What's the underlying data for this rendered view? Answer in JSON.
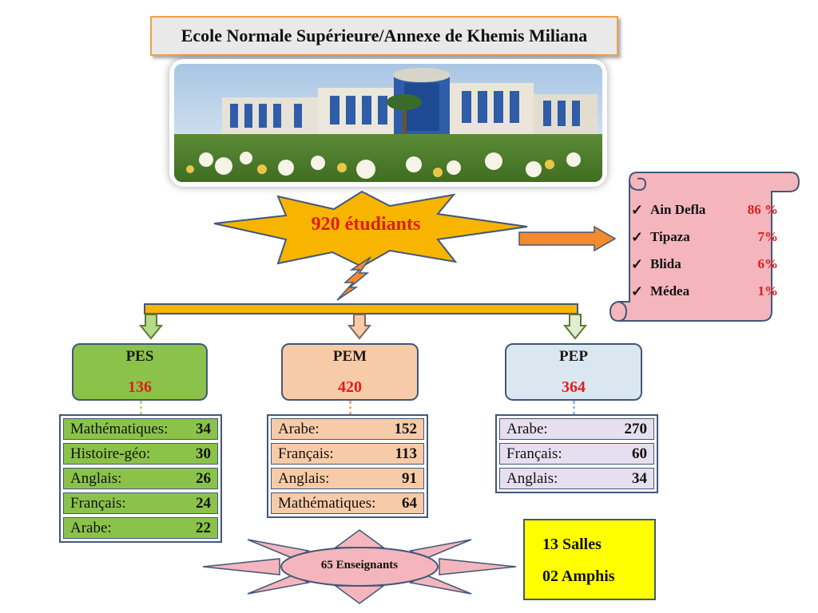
{
  "title": "Ecole Normale Supérieure/Annexe de Khemis Miliana",
  "students": {
    "label": "920 étudiants"
  },
  "regions": [
    {
      "name": "Ain Defla",
      "percent": "86 %"
    },
    {
      "name": "Tipaza",
      "percent": "7%"
    },
    {
      "name": "Blida",
      "percent": "6%"
    },
    {
      "name": "Médea",
      "percent": "1%"
    }
  ],
  "colors": {
    "pes": "#8bc34a",
    "pem": "#f8cba8",
    "pep": "#dbe7f0",
    "accent": "#e01c1c",
    "star": "#f7b500"
  },
  "pes": {
    "title": "PES",
    "count": "136",
    "rows": [
      {
        "label": "Mathématiques:",
        "value": "34"
      },
      {
        "label": "Histoire-géo:",
        "value": "30"
      },
      {
        "label": "Anglais:",
        "value": "26"
      },
      {
        "label": "Français:",
        "value": "24"
      },
      {
        "label": "Arabe:",
        "value": "22"
      }
    ]
  },
  "pem": {
    "title": "PEM",
    "count": "420",
    "rows": [
      {
        "label": "Arabe:",
        "value": "152"
      },
      {
        "label": "Français:",
        "value": "113"
      },
      {
        "label": "Anglais:",
        "value": "91"
      },
      {
        "label": "Mathématiques:",
        "value": "64"
      }
    ]
  },
  "pep": {
    "title": "PEP",
    "count": "364",
    "rows": [
      {
        "label": "Arabe:",
        "value": "270"
      },
      {
        "label": "Français:",
        "value": "60"
      },
      {
        "label": "Anglais:",
        "value": "34"
      }
    ]
  },
  "teachers": "65 Enseignants",
  "facilities": {
    "rooms": "13 Salles",
    "amphis": "02 Amphis"
  }
}
